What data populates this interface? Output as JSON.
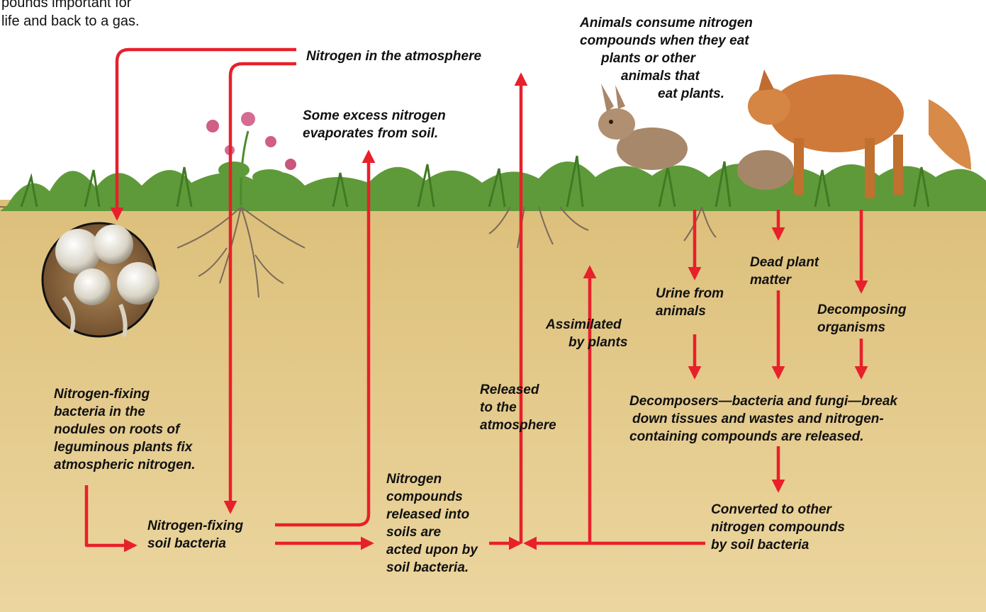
{
  "colors": {
    "arrow": "#e8202a",
    "soil": "#e7cd8b",
    "grass": "#5f9a3a",
    "sky": "#ffffff",
    "text": "#111111"
  },
  "intro_text": {
    "line1": "pounds important for",
    "line2": "life and back to a gas."
  },
  "labels": {
    "atmosphere": "Nitrogen in the atmosphere",
    "evaporates": {
      "line1": "Some excess nitrogen",
      "line2": "evaporates from soil."
    },
    "animals": {
      "line1": "Animals consume nitrogen",
      "line2": "compounds when they eat",
      "line3": "plants or other",
      "line4": "animals that",
      "line5": "eat plants."
    },
    "nodule_bacteria": {
      "line1": "Nitrogen-fixing",
      "line2": "bacteria in the",
      "line3": "nodules on roots of",
      "line4": "leguminous plants fix",
      "line5": "atmospheric nitrogen."
    },
    "soil_bacteria": {
      "line1": "Nitrogen-fixing",
      "line2": "soil bacteria"
    },
    "compounds_released": {
      "line1": "Nitrogen",
      "line2": "compounds",
      "line3": "released into",
      "line4": "soils are",
      "line5": "acted upon by",
      "line6": "soil bacteria."
    },
    "released_atmosphere": {
      "line1": "Released",
      "line2": "to the",
      "line3": "atmosphere"
    },
    "assimilated": {
      "line1": "Assimilated",
      "line2": "by plants"
    },
    "urine": {
      "line1": "Urine from",
      "line2": "animals"
    },
    "dead_plant": {
      "line1": "Dead plant",
      "line2": "matter"
    },
    "decomposing": {
      "line1": "Decomposing",
      "line2": "organisms"
    },
    "decomposers": {
      "line1": "Decomposers—bacteria and fungi—break",
      "line2": "down tissues and wastes and nitrogen-",
      "line3": "containing compounds are released."
    },
    "converted": {
      "line1": "Converted to other",
      "line2": "nitrogen compounds",
      "line3": "by soil bacteria"
    }
  },
  "illustrations": [
    "grass-strip",
    "clover-plant",
    "rabbit",
    "fox",
    "root-nodule-closeup",
    "plant-roots"
  ]
}
